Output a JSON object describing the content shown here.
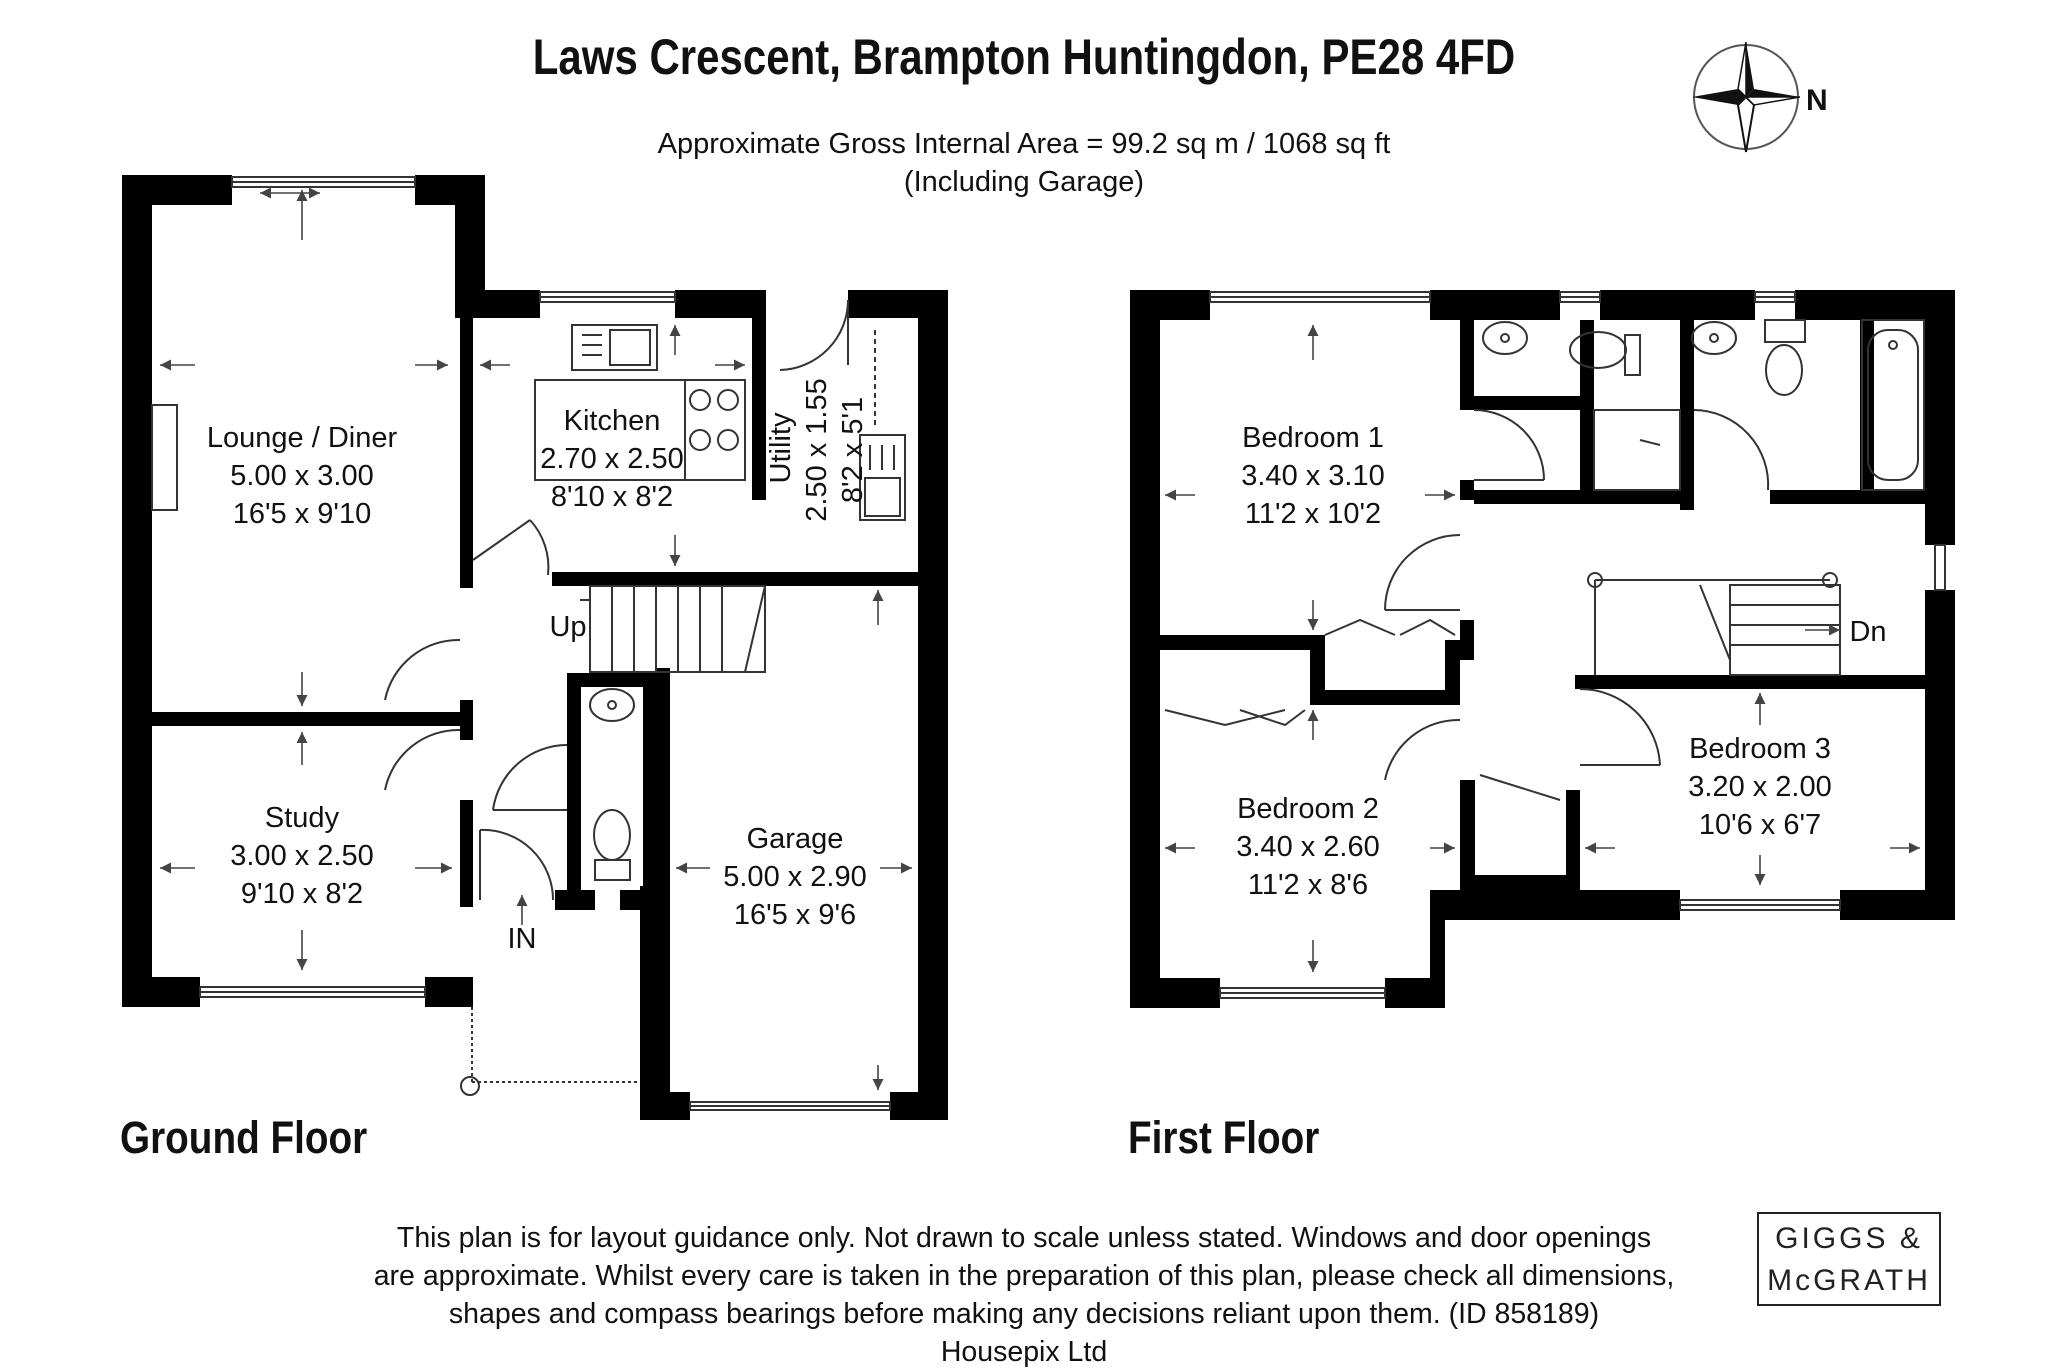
{
  "header": {
    "title": "Laws Crescent, Brampton Huntingdon, PE28 4FD",
    "area_line": "Approximate Gross Internal Area = 99.2 sq m / 1068 sq ft",
    "area_note": "(Including Garage)",
    "compass_label": "N"
  },
  "ground_floor": {
    "label": "Ground Floor",
    "rooms": [
      {
        "name": "Lounge / Diner",
        "metric": "5.00 x 3.00",
        "imperial": "16'5 x 9'10"
      },
      {
        "name": "Kitchen",
        "metric": "2.70 x 2.50",
        "imperial": "8'10 x 8'2"
      },
      {
        "name": "Utility",
        "metric": "2.50 x 1.55",
        "imperial": "8'2 x 5'1"
      },
      {
        "name": "Study",
        "metric": "3.00 x 2.50",
        "imperial": "9'10 x 8'2"
      },
      {
        "name": "Garage",
        "metric": "5.00 x 2.90",
        "imperial": "16'5 x 9'6"
      }
    ],
    "stairs_label": "Up",
    "entrance_label": "IN"
  },
  "first_floor": {
    "label": "First Floor",
    "rooms": [
      {
        "name": "Bedroom 1",
        "metric": "3.40 x 3.10",
        "imperial": "11'2 x 10'2"
      },
      {
        "name": "Bedroom 2",
        "metric": "3.40 x 2.60",
        "imperial": "11'2 x 8'6"
      },
      {
        "name": "Bedroom 3",
        "metric": "3.20 x 2.00",
        "imperial": "10'6 x 6'7"
      }
    ],
    "stairs_label": "Dn"
  },
  "footer": {
    "disclaimer_lines": [
      "This plan is for layout guidance only. Not drawn to scale unless stated. Windows and door openings",
      "are approximate. Whilst every care is taken in the preparation of this plan, please check all dimensions,",
      "shapes and compass bearings before making any decisions reliant upon them. (ID 858189)"
    ],
    "credit": "Housepix Ltd"
  },
  "logo": {
    "line1": "GIGGS &",
    "line2": "McGRATH"
  },
  "colors": {
    "wall": "#000000",
    "background": "#ffffff",
    "fixture": "#555555"
  }
}
